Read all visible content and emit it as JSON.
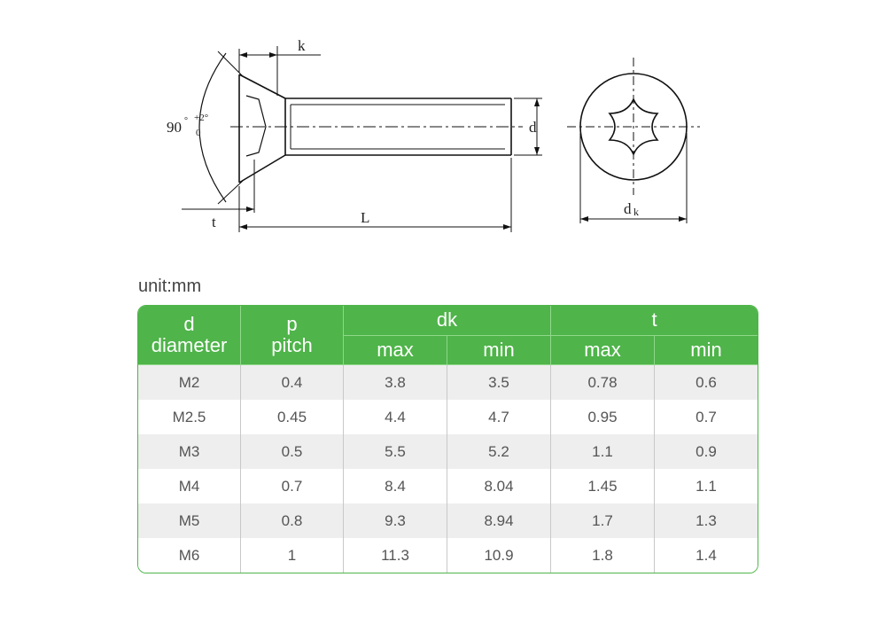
{
  "drawing": {
    "labels": {
      "k": "k",
      "angle_main": "90",
      "angle_sup": "+2°",
      "angle_sub": "0",
      "angle_sup0": "°",
      "d": "d",
      "t": "t",
      "L": "L",
      "dk_main": "d",
      "dk_sub": "k"
    }
  },
  "unit_label": "unit:mm",
  "table": {
    "header": {
      "d_top": "d",
      "d_bottom": "diameter",
      "p_top": "p",
      "p_bottom": "pitch",
      "dk": "dk",
      "t": "t",
      "dk_max": "max",
      "dk_min": "min",
      "t_max": "max",
      "t_min": "min"
    },
    "rows": [
      [
        "M2",
        "0.4",
        "3.8",
        "3.5",
        "0.78",
        "0.6"
      ],
      [
        "M2.5",
        "0.45",
        "4.4",
        "4.7",
        "0.95",
        "0.7"
      ],
      [
        "M3",
        "0.5",
        "5.5",
        "5.2",
        "1.1",
        "0.9"
      ],
      [
        "M4",
        "0.7",
        "8.4",
        "8.04",
        "1.45",
        "1.1"
      ],
      [
        "M5",
        "0.8",
        "9.3",
        "8.94",
        "1.7",
        "1.3"
      ],
      [
        "M6",
        "1",
        "11.3",
        "10.9",
        "1.8",
        "1.4"
      ]
    ]
  },
  "colors": {
    "header_green": "#4fb44a",
    "row_shade": "#eeeeee"
  }
}
